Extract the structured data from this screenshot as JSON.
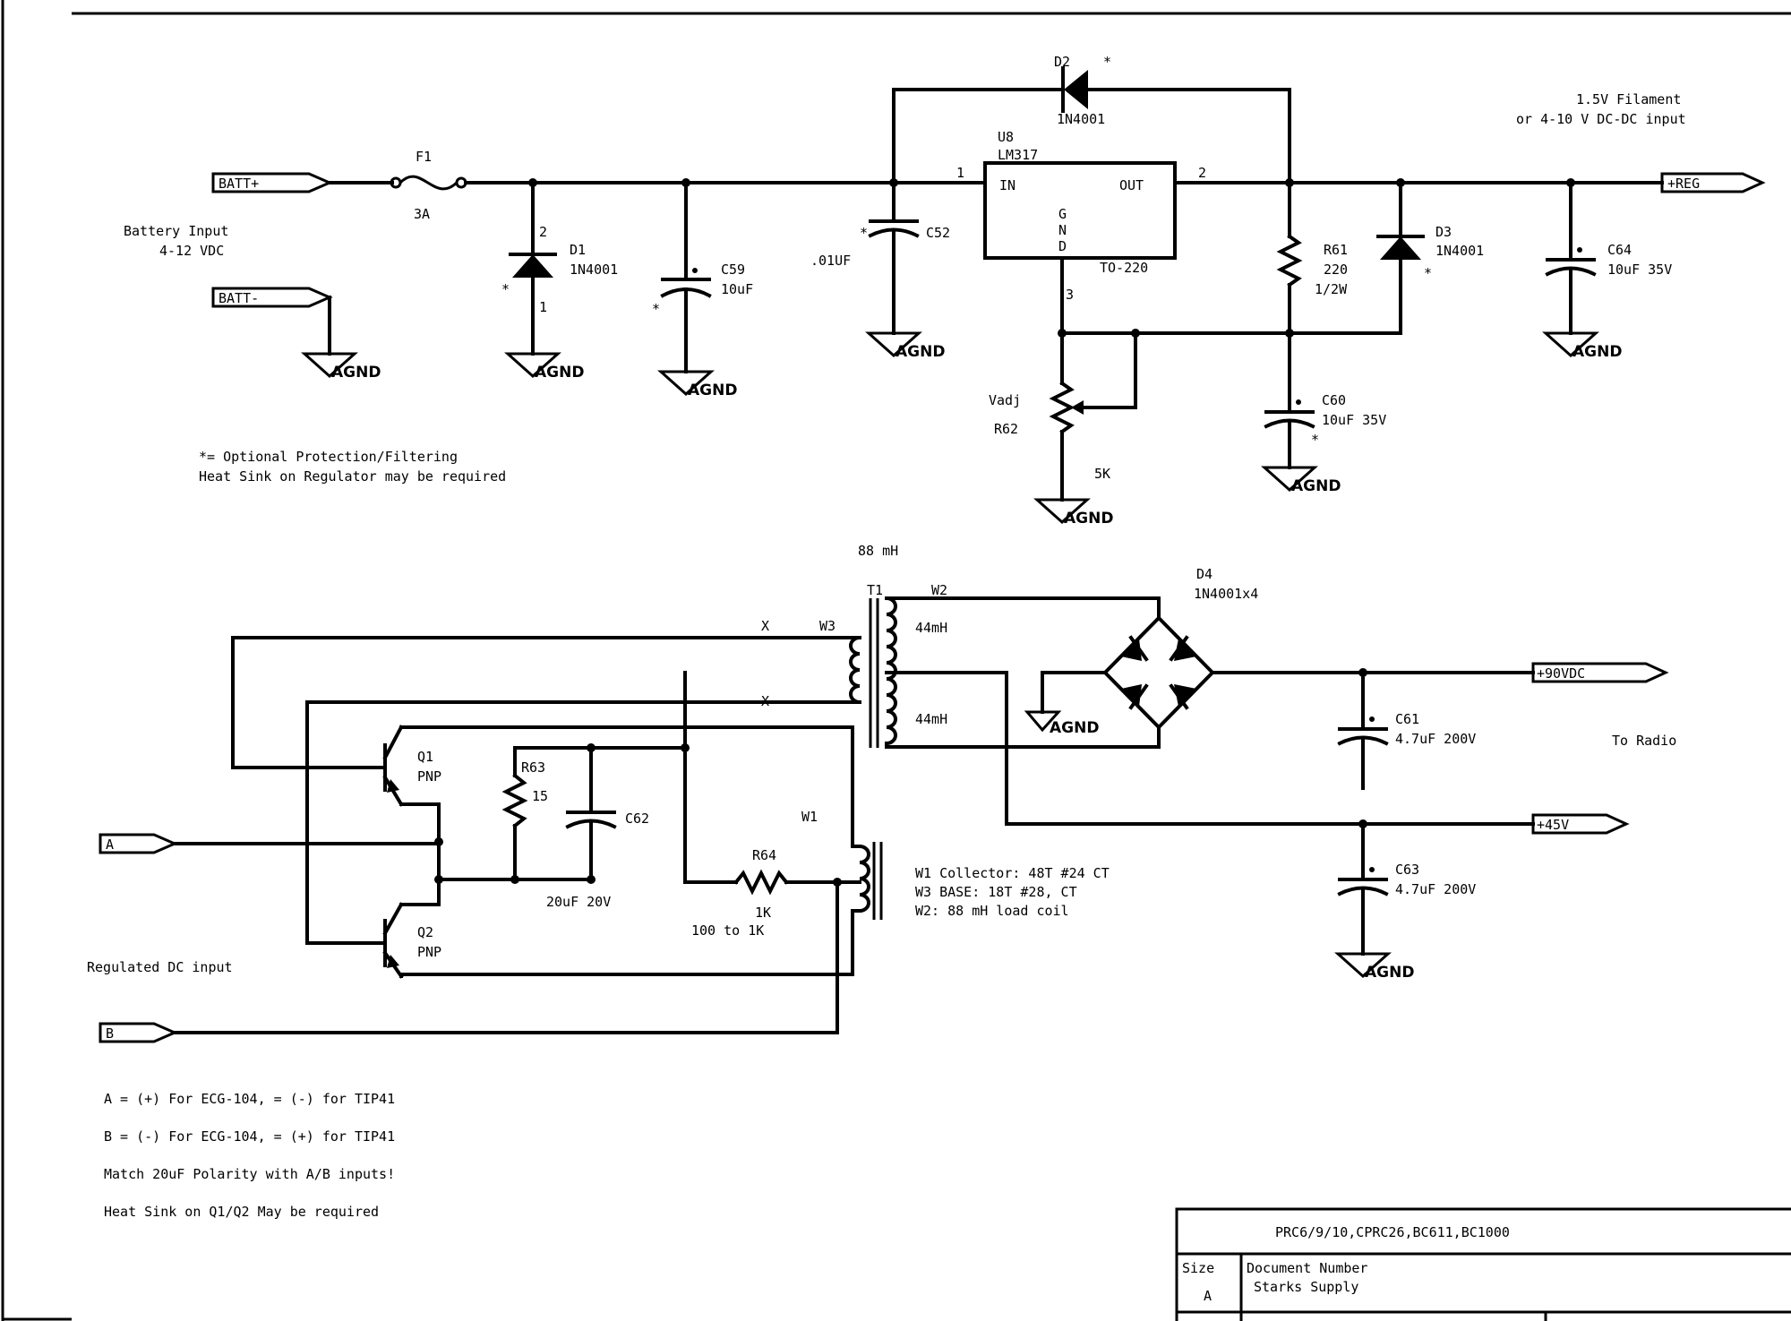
{
  "ports": {
    "batt_pos": "BATT+",
    "batt_neg": "BATT-",
    "reg_out": "+REG",
    "a_in": "A",
    "b_in": "B",
    "v90_out": "+90VDC",
    "v45_out": "+45V"
  },
  "labels": {
    "battery_input_1": "Battery Input",
    "battery_input_2": "4-12 VDC",
    "filament_1": "1.5V Filament",
    "filament_2": "or 4-10 V DC-DC input",
    "optional_note": "*= Optional Protection/Filtering",
    "heatsink_reg": "Heat Sink on Regulator may be required",
    "to_radio": "To Radio",
    "regulated_dc": "Regulated DC input",
    "load_coil": "88 mH",
    "winding_note_1": "W1 Collector: 48T #24 CT",
    "winding_note_2": "W3 BASE: 18T #28, CT",
    "winding_note_3": "W2: 88 mH load coil",
    "note_a": "A = (+) For ECG-104, = (-) for TIP41",
    "note_b": "B = (-) For ECG-104, = (+) for TIP41",
    "note_match": "Match 20uF Polarity with A/B inputs!",
    "note_heatsink_q": "Heat Sink on Q1/Q2 May be required"
  },
  "ground_label": "AGND",
  "star": "*",
  "components": {
    "F1": {
      "ref": "F1",
      "value": "3A"
    },
    "D1": {
      "ref": "D1",
      "value": "1N4001",
      "pin_top": "2",
      "pin_bot": "1"
    },
    "C59": {
      "ref": "C59",
      "value": "10uF"
    },
    "C52": {
      "ref": "C52",
      "value": ".01UF"
    },
    "D2": {
      "ref": "D2",
      "value": "1N4001"
    },
    "U8": {
      "ref": "U8",
      "part": "LM317",
      "pin_in": "IN",
      "pin_out": "OUT",
      "gnd_g": "G",
      "gnd_n": "N",
      "gnd_d": "D",
      "package": "TO-220",
      "pin1": "1",
      "pin2": "2",
      "pin3": "3"
    },
    "R61": {
      "ref": "R61",
      "value": "220",
      "power": "1/2W"
    },
    "D3": {
      "ref": "D3",
      "value": "1N4001"
    },
    "C64": {
      "ref": "C64",
      "value": "10uF 35V"
    },
    "R62": {
      "ref": "R62",
      "name": "Vadj",
      "value": "5K"
    },
    "C60": {
      "ref": "C60",
      "value": "10uF 35V"
    },
    "T1": {
      "ref": "T1",
      "w2": "W2",
      "w3": "W3",
      "w1": "W1",
      "x": "X",
      "half_1": "44mH",
      "half_2": "44mH"
    },
    "D4": {
      "ref": "D4",
      "value": "1N4001x4"
    },
    "C61": {
      "ref": "C61",
      "value": "4.7uF 200V"
    },
    "C63": {
      "ref": "C63",
      "value": "4.7uF 200V"
    },
    "Q1": {
      "ref": "Q1",
      "type": "PNP"
    },
    "Q2": {
      "ref": "Q2",
      "type": "PNP"
    },
    "R63": {
      "ref": "R63",
      "value": "15"
    },
    "C62": {
      "ref": "C62",
      "value": "20uF 20V"
    },
    "R64": {
      "ref": "R64",
      "value": "1K",
      "range": "100 to 1K"
    }
  },
  "title_block": {
    "title": "PRC6/9/10,CPRC26,BC611,BC1000",
    "size_label": "Size",
    "size_value": "A",
    "docnum_label": "Document Number",
    "docnum_value": "Starks Supply"
  }
}
